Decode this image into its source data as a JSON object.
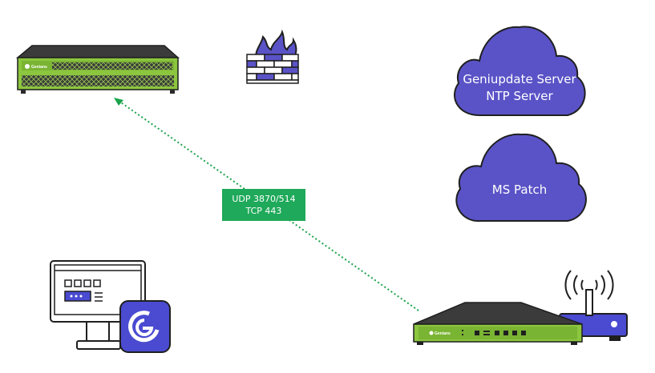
{
  "diagram": {
    "cloud_top": {
      "line1": "Geniupdate Server",
      "line2": "NTP Server"
    },
    "cloud_bottom": {
      "line1": "MS Patch"
    },
    "connection_badge": {
      "line1": "UDP 3870/514",
      "line2": "TCP 443"
    },
    "server_brand": "Genians",
    "appliance_brand": "Genians",
    "wifi_signal": "((( )))",
    "colors": {
      "cloud": "#5a53c7",
      "badge": "#1fa95a",
      "dotted_link": "#1aa34a",
      "device_green": "#8cc63f",
      "device_dark": "#2f2f2f",
      "accent_purple": "#4a4bd1"
    },
    "icons": [
      "rack-server-icon",
      "firewall-icon",
      "cloud-icon",
      "monitor-icon",
      "genian-logo-icon",
      "network-appliance-icon",
      "wireless-router-icon"
    ]
  }
}
